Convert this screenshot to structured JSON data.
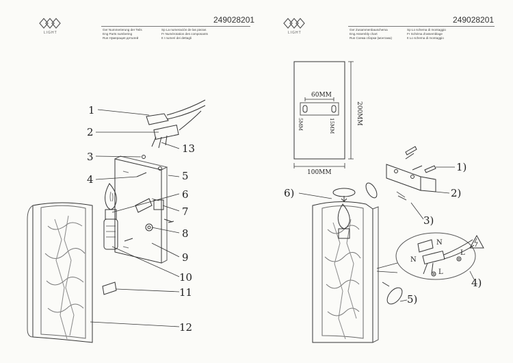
{
  "brand": {
    "logo_text": "LIGHT"
  },
  "left_page": {
    "code": "249028201",
    "meta_col1": [
      "Ger Nummerierung der Teils",
      "Eng Parts numbering",
      "Rus Нумерация деталей"
    ],
    "meta_col2": [
      "Sp La numeración de las piezas",
      "Fr Numérotation des composants",
      "It I numeri dei dettagli"
    ],
    "callouts": [
      "1",
      "2",
      "3",
      "4",
      "5",
      "6",
      "7",
      "8",
      "9",
      "10",
      "11",
      "12",
      "13"
    ]
  },
  "right_page": {
    "code": "249028201",
    "meta_col1": [
      "Ger Zusammenbauschema",
      "Eng Assembly chart",
      "Rus Схема сборки (монтажа)"
    ],
    "meta_col2": [
      "Sp Lo schema di montaggio",
      "Fr Schéma d'assemblage",
      "It Lo schema di montaggio"
    ],
    "dimensions": {
      "hole_spacing": "60MM",
      "height": "200MM",
      "width": "100MM",
      "hole_left": "5MM",
      "hole_right": "15MM"
    },
    "steps": [
      "1)",
      "2)",
      "3)",
      "4)",
      "5)",
      "6)"
    ],
    "wire_labels": {
      "n_top": "N",
      "n_left": "N",
      "l_right": "L",
      "l_bottom": "L"
    }
  }
}
